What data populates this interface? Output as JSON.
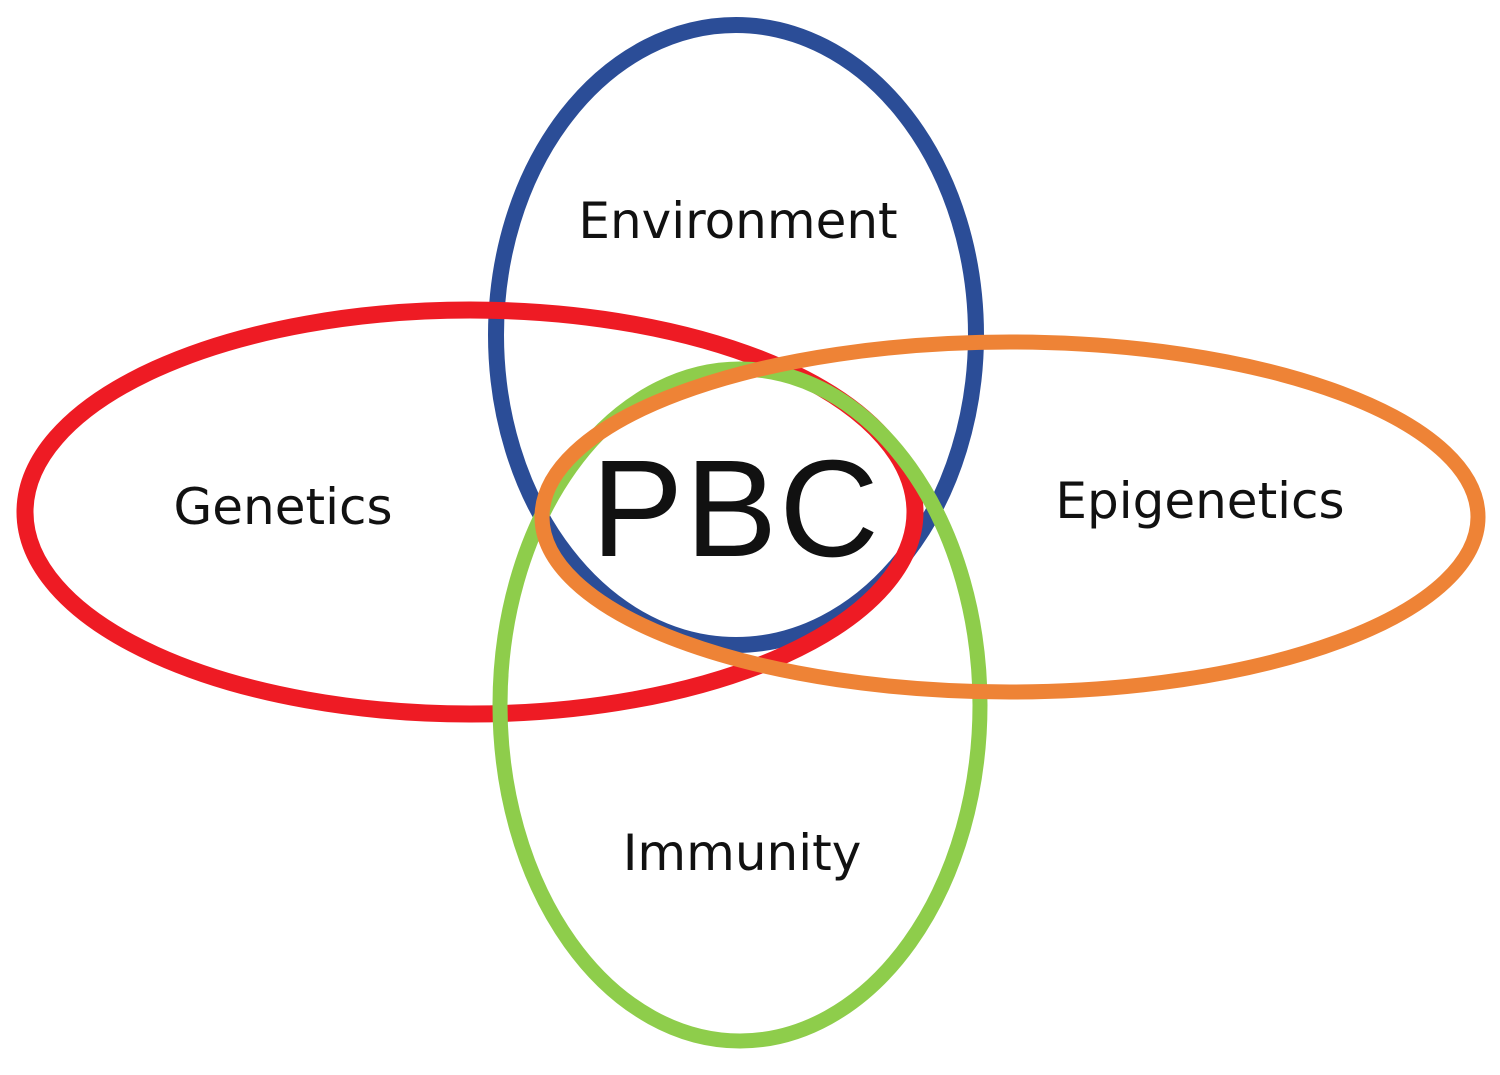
{
  "diagram": {
    "center_label": "PBC",
    "circles": {
      "environment": {
        "label": "Environment",
        "color": "#2B4D97"
      },
      "genetics": {
        "label": "Genetics",
        "color": "#EE1B24"
      },
      "epigenetics": {
        "label": "Epigenetics",
        "color": "#EE8336"
      },
      "immunity": {
        "label": "Immunity",
        "color": "#8ECD4B"
      }
    }
  }
}
